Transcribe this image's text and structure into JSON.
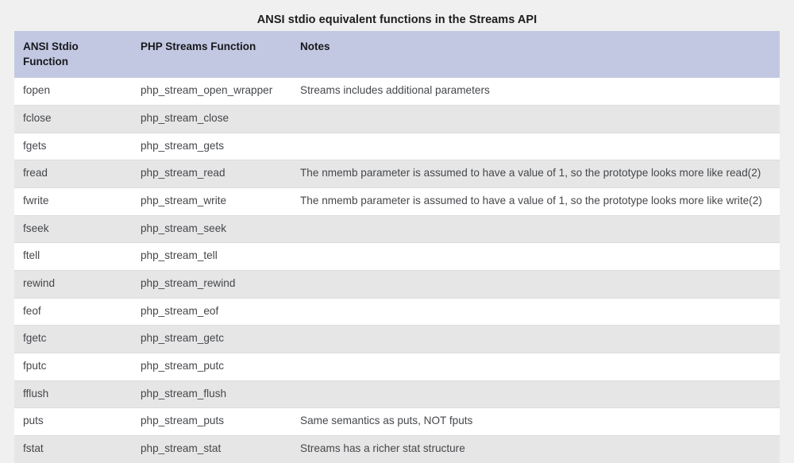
{
  "table": {
    "title": "ANSI stdio equivalent functions in the Streams API",
    "columns": [
      {
        "key": "ansi",
        "label": "ANSI Stdio Function"
      },
      {
        "key": "php",
        "label": "PHP Streams Function"
      },
      {
        "key": "notes",
        "label": "Notes"
      }
    ],
    "rows": [
      {
        "ansi": "fopen",
        "php": "php_stream_open_wrapper",
        "notes": "Streams includes additional parameters"
      },
      {
        "ansi": "fclose",
        "php": "php_stream_close",
        "notes": ""
      },
      {
        "ansi": "fgets",
        "php": "php_stream_gets",
        "notes": ""
      },
      {
        "ansi": "fread",
        "php": "php_stream_read",
        "notes": "The nmemb parameter is assumed to have a value of 1, so the prototype looks more like read(2)"
      },
      {
        "ansi": "fwrite",
        "php": "php_stream_write",
        "notes": "The nmemb parameter is assumed to have a value of 1, so the prototype looks more like write(2)"
      },
      {
        "ansi": "fseek",
        "php": "php_stream_seek",
        "notes": ""
      },
      {
        "ansi": "ftell",
        "php": "php_stream_tell",
        "notes": ""
      },
      {
        "ansi": "rewind",
        "php": "php_stream_rewind",
        "notes": ""
      },
      {
        "ansi": "feof",
        "php": "php_stream_eof",
        "notes": ""
      },
      {
        "ansi": "fgetc",
        "php": "php_stream_getc",
        "notes": ""
      },
      {
        "ansi": "fputc",
        "php": "php_stream_putc",
        "notes": ""
      },
      {
        "ansi": "fflush",
        "php": "php_stream_flush",
        "notes": ""
      },
      {
        "ansi": "puts",
        "php": "php_stream_puts",
        "notes": "Same semantics as puts, NOT fputs"
      },
      {
        "ansi": "fstat",
        "php": "php_stream_stat",
        "notes": "Streams has a richer stat structure"
      }
    ]
  },
  "colors": {
    "page_background": "#f0f0f0",
    "header_background": "#c3c8e2",
    "row_odd_background": "#ffffff",
    "row_even_background": "#e6e6e6",
    "row_border": "#dcdcdc",
    "title_text": "#1d1d1f",
    "header_text": "#17181c",
    "body_text": "#45474b"
  }
}
